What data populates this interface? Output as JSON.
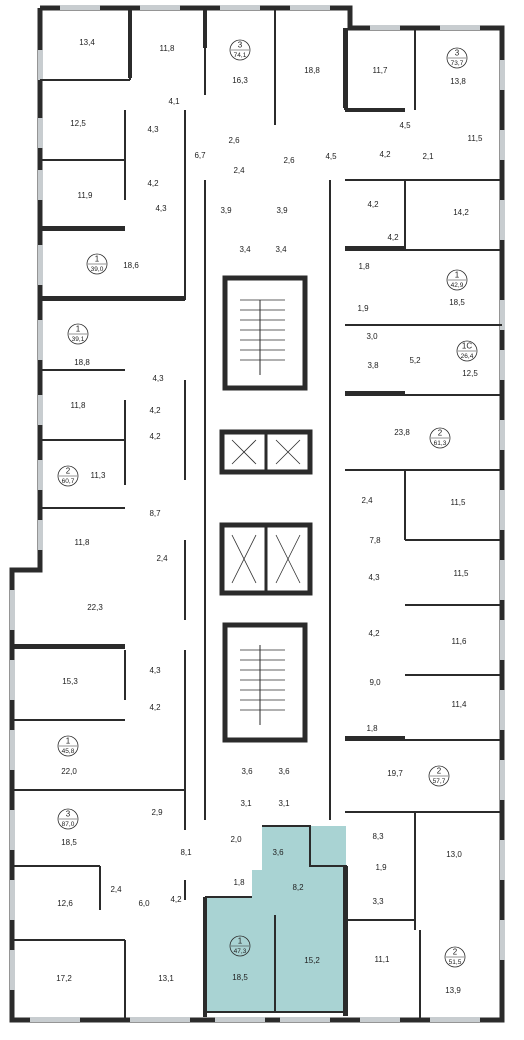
{
  "colors": {
    "wall": "#2b2b2b",
    "highlight": "#a9d3d3",
    "window": "#c8cdd0",
    "background": "#ffffff"
  },
  "highlighted_apartment": {
    "rooms": "1",
    "total_area": "47,3"
  },
  "apartments": [
    {
      "rooms": "3",
      "area": "74,1"
    },
    {
      "rooms": "3",
      "area": "73,7"
    },
    {
      "rooms": "1",
      "area": "39,0"
    },
    {
      "rooms": "1",
      "area": "42,9"
    },
    {
      "rooms": "1",
      "area": "39,1"
    },
    {
      "rooms": "1С",
      "area": "26,4"
    },
    {
      "rooms": "2",
      "area": "61,3"
    },
    {
      "rooms": "2",
      "area": "60,7"
    },
    {
      "rooms": "1",
      "area": "45,8"
    },
    {
      "rooms": "2",
      "area": "57,7"
    },
    {
      "rooms": "3",
      "area": "87,0"
    },
    {
      "rooms": "2",
      "area": "51,5"
    },
    {
      "rooms": "1",
      "area": "47,3"
    }
  ],
  "room_areas": [
    "13,4",
    "11,8",
    "16,3",
    "18,8",
    "11,7",
    "13,8",
    "4,1",
    "12,5",
    "4,3",
    "6,7",
    "2,6",
    "2,6",
    "4,5",
    "4,5",
    "11,5",
    "4,2",
    "2,4",
    "4,2",
    "2,1",
    "11,9",
    "4,3",
    "3,9",
    "3,9",
    "4,2",
    "14,2",
    "3,4",
    "3,4",
    "4,2",
    "18,6",
    "1,8",
    "18,5",
    "1,9",
    "18,8",
    "3,0",
    "5,2",
    "3,8",
    "12,5",
    "4,3",
    "11,8",
    "4,2",
    "23,8",
    "4,2",
    "11,3",
    "2,4",
    "11,5",
    "8,7",
    "11,8",
    "7,8",
    "2,4",
    "11,5",
    "22,3",
    "4,3",
    "4,2",
    "11,6",
    "15,3",
    "4,3",
    "4,2",
    "9,0",
    "11,4",
    "1,8",
    "22,0",
    "19,7",
    "3,6",
    "3,6",
    "3,1",
    "3,1",
    "2,9",
    "18,5",
    "8,3",
    "2,0",
    "1,9",
    "8,1",
    "3,6",
    "13,0",
    "8,2",
    "2,4",
    "1,8",
    "6,0",
    "4,2",
    "12,6",
    "3,3",
    "17,2",
    "13,1",
    "18,5",
    "15,2",
    "11,1",
    "13,9"
  ]
}
